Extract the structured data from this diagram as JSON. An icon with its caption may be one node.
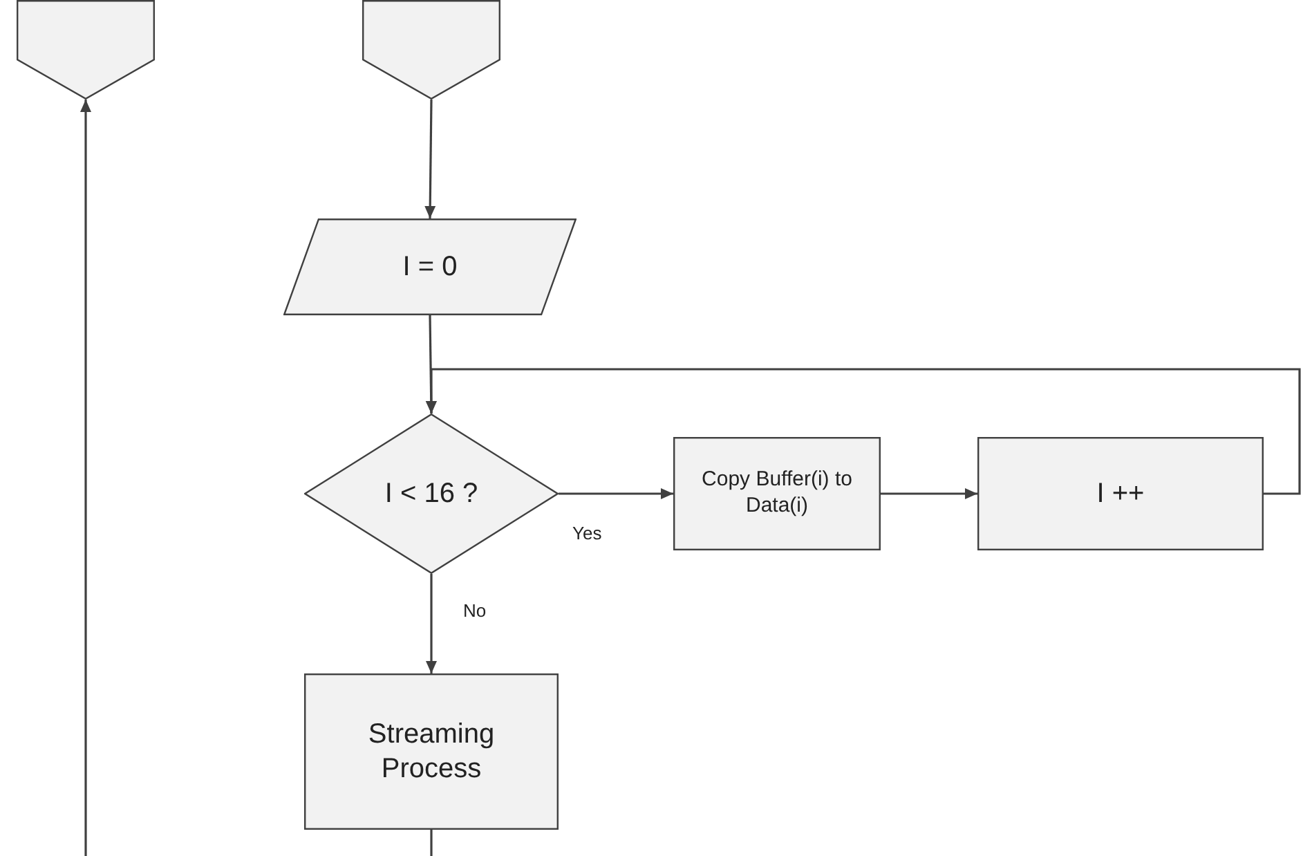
{
  "diagram": {
    "nodes": [
      {
        "text": [],
        "shape": "pentagon"
      },
      {
        "text": [],
        "shape": "pentagon"
      },
      {
        "text": [
          "I = 0"
        ]
      },
      {
        "text": [
          "I < 16 ?"
        ]
      },
      {
        "text": [
          "Copy Buffer(i) to Data(i)"
        ]
      },
      {
        "text": [
          "I ++"
        ]
      },
      {
        "text": [
          "Streaming Process"
        ]
      }
    ],
    "edges": [
      {
        "from": 1,
        "to": 2,
        "arrow": "to"
      },
      {
        "from": 2,
        "to": 3,
        "arrow": "to"
      },
      {
        "from": 3,
        "to": 4,
        "arrow": "to",
        "label": "Yes"
      },
      {
        "from": 4,
        "to": 5,
        "arrow": "to"
      },
      {
        "from": 5,
        "to": 3,
        "arrow": "to"
      },
      {
        "from": 3,
        "to": 6,
        "arrow": "to",
        "label": "No"
      },
      {
        "from": 6,
        "to": null,
        "arrow": "none"
      },
      {
        "from": null,
        "to": 0,
        "arrow": "to"
      }
    ]
  }
}
